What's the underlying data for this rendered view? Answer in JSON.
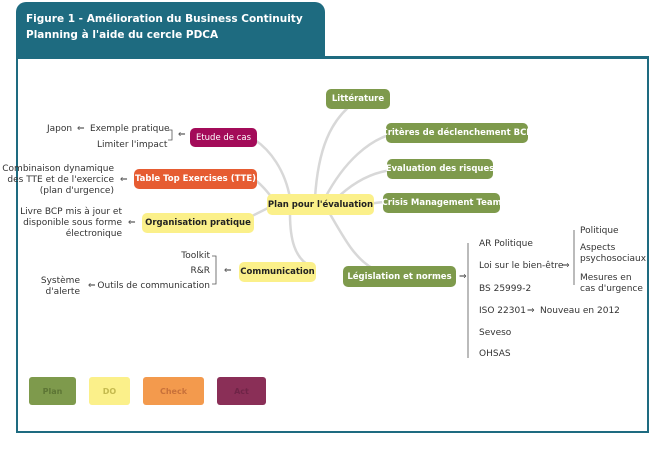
{
  "header": {
    "title": "Figure 1 - Amélioration du Business Continuity Planning à l'aide du cercle PDCA",
    "bg": "#1e6b80"
  },
  "colors": {
    "green": "#7e9a4c",
    "yellow": "#fbf08a",
    "orange": "#e65c32",
    "magenta": "#a30b59",
    "orange_light": "#f39a4d",
    "purple": "#8a2f57"
  },
  "center": {
    "label": "Plan pour l'évaluation"
  },
  "right_nodes": {
    "litterature": "Littérature",
    "criteres": "Critères de déclenchement BCP",
    "evaluation": "Evaluation des risques",
    "crisis": "Crisis Management Team",
    "legislation": "Législation et normes"
  },
  "left_nodes": {
    "etude": "Etude de cas",
    "tte": "Table Top Exercises (TTE)",
    "organisation": "Organisation pratique",
    "communication": "Communication"
  },
  "etude_items": {
    "exemple": "Exemple pratique",
    "japon": "Japon",
    "limiter": "Limiter l'impact"
  },
  "tte_items": {
    "line1": "Combinaison dynamique",
    "line2": "des TTE et de l'exercice",
    "line3": "(plan d'urgence)"
  },
  "organisation_items": {
    "line1": "Livre BCP mis à jour et",
    "line2": "disponible sous forme",
    "line3": "électronique"
  },
  "communication_items": {
    "toolkit": "Toolkit",
    "rr": "R&R",
    "outils": "Outils de communication",
    "systeme1": "Système",
    "systeme2": "d'alerte"
  },
  "legislation_items": {
    "ar": "AR Politique",
    "loi": "Loi sur le bien-être",
    "bs": "BS 25999-2",
    "iso": "ISO 22301",
    "nouveau": "Nouveau en 2012",
    "seveso": "Seveso",
    "ohsas": "OHSAS"
  },
  "bienetre_items": {
    "politique": "Politique",
    "aspects1": "Aspects",
    "aspects2": "psychosociaux",
    "mesures1": "Mesures en",
    "mesures2": "cas d'urgence"
  },
  "legend": {
    "plan": "Plan",
    "do": "DO",
    "check": "Check",
    "act": "Act"
  }
}
